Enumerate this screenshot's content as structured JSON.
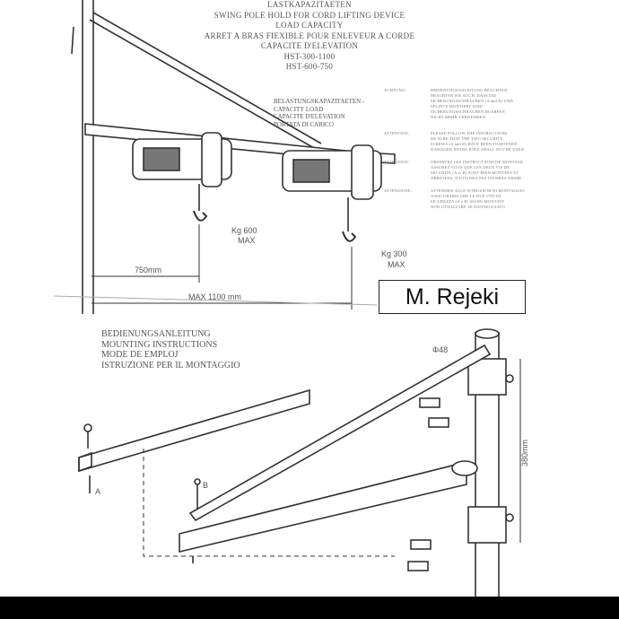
{
  "header": {
    "lines": [
      "LASTKAPAZITAETEN",
      "SWING POLE HOLD FOR CORD LIFTING DEVICE",
      "LOAD CAPACITY",
      "ARRET A BRAS FIEXIBLE POUR ENLEVEUR A CORDE",
      "CAPACITE D'ELEVATION",
      "HST-300-1100",
      "HST-600-750"
    ]
  },
  "capacity_caption": [
    "BELASTUNGSKAPAZITAETEN -",
    "CAPACITY LOAD",
    "CAPACITE D'ELEVATION",
    "PORTATA DI CARICO"
  ],
  "warnings": [
    {
      "label": "ACHTUNG:",
      "text": [
        "BEDIENUNGSANLEITUNG BEACHTEN",
        "BEACHTEN SIE AUCH, DASS DIE",
        "SICHERUNGSSCHRAUBEN (A and B) UND",
        "SPLINTE MONTIERT SIND",
        "SICHERUNGSSCHRAUBEN DUERFEN",
        "NICHT MEHR VERWENDEN"
      ]
    },
    {
      "label": "ATTENTION:",
      "text": [
        "PLEASE FOLLOW THE INSTRUCTIONS",
        "BE SURE THAT THE TWO SECURITY",
        "SCREWS (A and B) HAVE BEEN TIGHTENED",
        "DAMAGED SWING POLE SHALL NOT BE USED"
      ]
    },
    {
      "label": "ATTENTION:",
      "text": [
        "OBSERVEZ LES INSTRUCTIONS DE MONTAGE",
        "ASSUREZ VOUS QUE LES DEUX VIS DE",
        "SECURITE (A et B) SONT BIEN MONTEES ET",
        "ARRETEES. N'UTILISEZ PAS UN BRAS ABIME."
      ]
    },
    {
      "label": "ATTENZIONE:",
      "text": [
        "ATTENERSI ALLE ISTRUZIONI DI MONTAGGIO",
        "ASSICURARSI CHE LE DUE VITI DI",
        "SICUREZZA (A e B) SIANO MONTATE",
        "NON UTILIZZARE SE DANNEGGIATO"
      ]
    }
  ],
  "labels": {
    "kg600": "Kg 600",
    "max1": "MAX",
    "kg300": "Kg 300",
    "max2": "MAX",
    "dim750": "750mm",
    "dim1100": "MAX  1100 mm",
    "dia": "Φ48",
    "dim380": "380mm",
    "a": "A",
    "b": "B"
  },
  "mounting": [
    "BEDIENUNGSANLEITUNG",
    "MOUNTING INSTRUCTIONS",
    "MODE DE EMPLOJ",
    "ISTRUZIONE PER IL MONTAGGIO"
  ],
  "brand": "M. Rejeki"
}
